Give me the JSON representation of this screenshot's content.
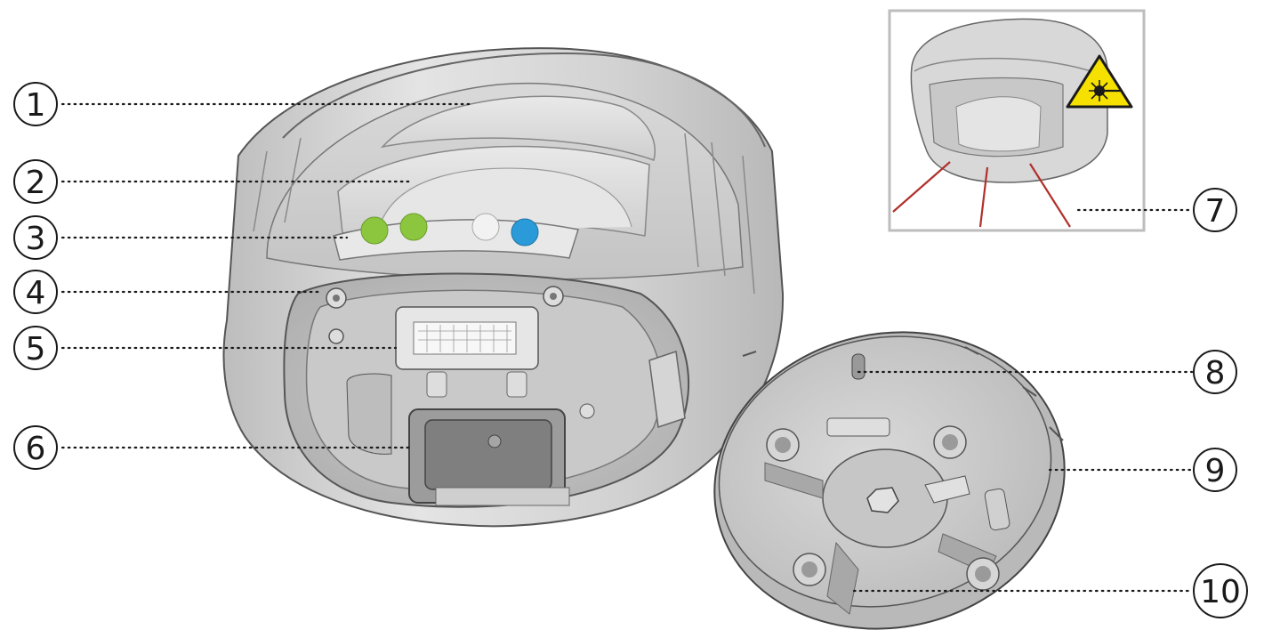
{
  "callouts": [
    {
      "id": "1",
      "label": "1"
    },
    {
      "id": "2",
      "label": "2"
    },
    {
      "id": "3",
      "label": "3"
    },
    {
      "id": "4",
      "label": "4"
    },
    {
      "id": "5",
      "label": "5"
    },
    {
      "id": "6",
      "label": "6"
    },
    {
      "id": "7",
      "label": "7"
    },
    {
      "id": "8",
      "label": "8"
    },
    {
      "id": "9",
      "label": "9"
    },
    {
      "id": "10",
      "label": "10"
    }
  ],
  "colors": {
    "led_green": "#8cc63f",
    "led_white": "#f2f2f2",
    "led_blue": "#2a9bd8",
    "laser_beam": "#b0302b",
    "laser_warning": "#f5e000",
    "body_gray": "#d8d8d8"
  },
  "icons": [
    "laser-warning-icon"
  ]
}
